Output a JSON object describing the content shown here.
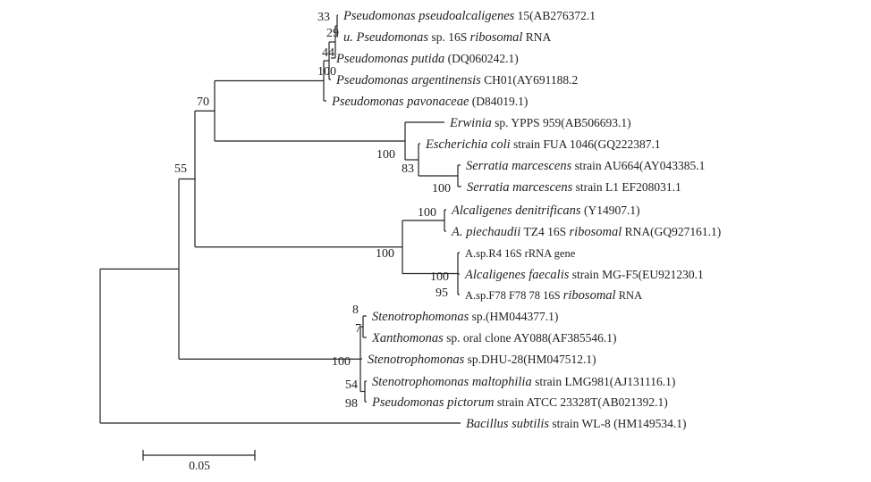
{
  "tree": {
    "leaves": [
      {
        "id": "L1",
        "parts": [
          {
            "t": "Pseudomonas pseudoalcaligenes",
            "s": "it"
          },
          {
            "t": " 15(AB276372.1"
          }
        ]
      },
      {
        "id": "L2",
        "parts": [
          {
            "t": "u. Pseudomonas",
            "s": "it"
          },
          {
            "t": " sp. 16S "
          },
          {
            "t": "ribosomal",
            "s": "it"
          },
          {
            "t": " RNA"
          }
        ]
      },
      {
        "id": "L3",
        "parts": [
          {
            "t": "Pseudomonas putida",
            "s": "it"
          },
          {
            "t": " (DQ060242.1)"
          }
        ]
      },
      {
        "id": "L4",
        "parts": [
          {
            "t": "Pseudomonas argentinensis",
            "s": "it"
          },
          {
            "t": " CH01(AY691188.2"
          }
        ]
      },
      {
        "id": "L5",
        "parts": [
          {
            "t": "Pseudomonas pavonaceae",
            "s": "it"
          },
          {
            "t": " (D84019.1)"
          }
        ]
      },
      {
        "id": "L6",
        "parts": [
          {
            "t": "Erwinia",
            "s": "it"
          },
          {
            "t": " sp. YPPS 959(AB506693.1)"
          }
        ]
      },
      {
        "id": "L7",
        "parts": [
          {
            "t": "Escherichia coli",
            "s": "it"
          },
          {
            "t": " strain  FUA 1046(GQ222387.1"
          }
        ]
      },
      {
        "id": "L8",
        "parts": [
          {
            "t": "Serratia marcescens",
            "s": "it"
          },
          {
            "t": " strain  AU664(AY043385.1"
          }
        ]
      },
      {
        "id": "L9",
        "parts": [
          {
            "t": "Serratia marcescens",
            "s": "it"
          },
          {
            "t": " strain  L1 EF208031.1"
          }
        ]
      },
      {
        "id": "L10",
        "parts": [
          {
            "t": "Alcaligenes denitrificans",
            "s": "it"
          },
          {
            "t": " (Y14907.1)"
          }
        ]
      },
      {
        "id": "L11",
        "parts": [
          {
            "t": "A. piechaudii",
            "s": "it"
          },
          {
            "t": " TZ4 16S  "
          },
          {
            "t": "ribosomal",
            "s": "it"
          },
          {
            "t": " RNA(GQ927161.1)"
          }
        ]
      },
      {
        "id": "L12",
        "parts": [
          {
            "t": "A.sp.R4 16S rRNA gene",
            "s": "sm"
          }
        ]
      },
      {
        "id": "L13",
        "parts": [
          {
            "t": "Alcaligenes faecalis",
            "s": "it"
          },
          {
            "t": " strain  MG-F5(EU921230.1"
          }
        ]
      },
      {
        "id": "L14",
        "parts": [
          {
            "t": "A.sp.F78 F78 78 16S ",
            "s": "sm"
          },
          {
            "t": "ribosomal",
            "s": "it"
          },
          {
            "t": " RNA",
            "s": "sm"
          }
        ]
      },
      {
        "id": "L15",
        "parts": [
          {
            "t": "Stenotrophomonas",
            "s": "it"
          },
          {
            "t": " sp.(HM044377.1)"
          }
        ]
      },
      {
        "id": "L16",
        "parts": [
          {
            "t": "Xanthomonas",
            "s": "it"
          },
          {
            "t": " sp.  oral clone AY088(AF385546.1)"
          }
        ]
      },
      {
        "id": "L17",
        "parts": [
          {
            "t": "Stenotrophomonas",
            "s": "it"
          },
          {
            "t": " sp.DHU-28(HM047512.1)"
          }
        ]
      },
      {
        "id": "L18",
        "parts": [
          {
            "t": "Stenotrophomonas maltophilia",
            "s": "it"
          },
          {
            "t": " strain  LMG981(AJ131116.1)"
          }
        ]
      },
      {
        "id": "L19",
        "parts": [
          {
            "t": "Pseudomonas pictorum",
            "s": "it"
          },
          {
            "t": " strain  ATCC 23328T(AB021392.1)"
          }
        ]
      },
      {
        "id": "L20",
        "parts": [
          {
            "t": "Bacillus subtilis",
            "s": "it"
          },
          {
            "t": " strain  WL-8 (HM149534.1)"
          }
        ]
      }
    ],
    "bootstrap_values": [
      "33",
      "29",
      "44",
      "100",
      "70",
      "100",
      "83",
      "100",
      "55",
      "100",
      "100",
      "100",
      "95",
      "8",
      "7",
      "100",
      "54",
      "98"
    ],
    "scale_bar": {
      "label": "0.05"
    }
  }
}
